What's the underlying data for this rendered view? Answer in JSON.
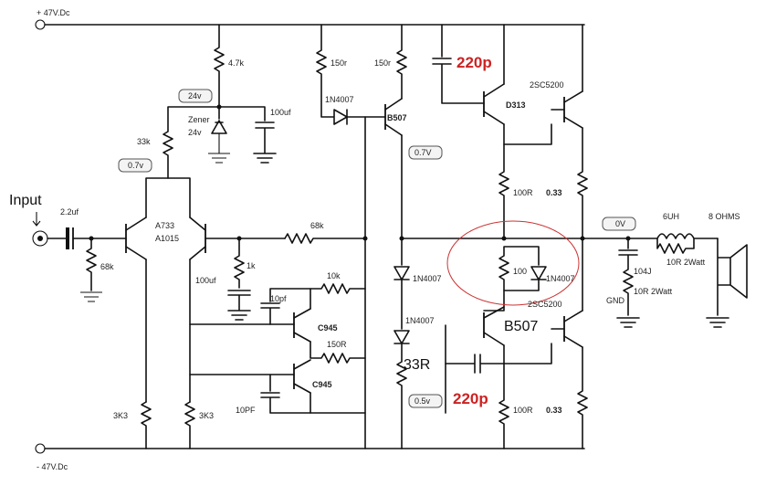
{
  "rails": {
    "positive": "+ 47V.Dc",
    "negative": "- 47V.Dc"
  },
  "input": {
    "label": "Input",
    "cap": "2.2uf",
    "res": "68k"
  },
  "front": {
    "r_top": "4.7k",
    "zener": "Zener",
    "zener_v": "24v",
    "cap_top": "100uf",
    "tag_24v": "24v",
    "r_33k": "33k",
    "tag_07v": "0.7v",
    "pair_a": "A733",
    "pair_b": "A1015",
    "cap_1": "100uf",
    "r_1k": "1k",
    "r_68k": "68k",
    "r_3k3_a": "3K3",
    "r_3k3_b": "3K3"
  },
  "vas": {
    "r_150r_a": "150r",
    "r_150r_b": "150r",
    "diode": "1N4007",
    "q_b507": "B507",
    "tag_07v": "0.7V",
    "r_10k": "10k",
    "cap_10pf": "10pf",
    "q_c945_a": "C945",
    "r_150r": "150R",
    "q_c945_b": "C945",
    "cap_10pf_b": "10PF"
  },
  "bias": {
    "d1": "1N4007",
    "d2": "1N4007",
    "r_33r": "33R",
    "tag_05v": "0.5v"
  },
  "output": {
    "cap_top": "220p",
    "cap_bottom": "220p",
    "q_d313": "D313",
    "q_top": "2SC5200",
    "r_100r_top": "100R",
    "r_033_top": "0.33",
    "r_100_mid": "100",
    "d_mid": "1N4007",
    "q_mid": "2SC5200",
    "q_b507": "B507",
    "r_100r_bot": "100R",
    "r_033_bot": "0.33"
  },
  "load": {
    "tag_0v": "0V",
    "coil": "6UH",
    "r_coil": "10R 2Watt",
    "cap": "104J",
    "r_zobel": "10R 2Watt",
    "gnd": "GND",
    "speaker": "8 OHMS"
  },
  "colors": {
    "accent": "#cc2222",
    "wire": "#111111"
  }
}
